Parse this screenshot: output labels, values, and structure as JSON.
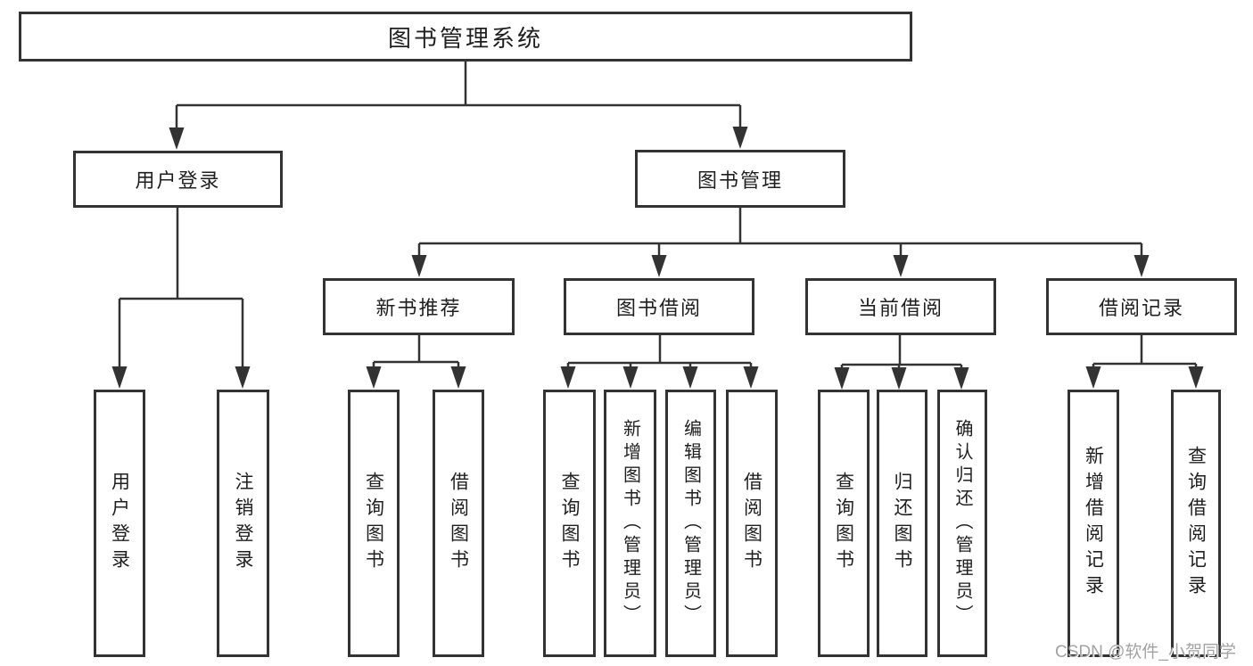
{
  "tree": {
    "label": "图书管理系统",
    "children": [
      {
        "label": "用户登录",
        "children": [
          {
            "label": "用户登录"
          },
          {
            "label": "注销登录"
          }
        ]
      },
      {
        "label": "图书管理",
        "children": [
          {
            "label": "新书推荐",
            "children": [
              {
                "label": "查询图书"
              },
              {
                "label": "借阅图书"
              }
            ]
          },
          {
            "label": "图书借阅",
            "children": [
              {
                "label": "查询图书"
              },
              {
                "label": "新增图书（管理员）"
              },
              {
                "label": "编辑图书（管理员）"
              },
              {
                "label": "借阅图书"
              }
            ]
          },
          {
            "label": "当前借阅",
            "children": [
              {
                "label": "查询图书"
              },
              {
                "label": "归还图书"
              },
              {
                "label": "确认归还（管理员）"
              }
            ]
          },
          {
            "label": "借阅记录",
            "children": [
              {
                "label": "新增借阅记录"
              },
              {
                "label": "查询借阅记录"
              }
            ]
          }
        ]
      }
    ]
  },
  "watermark": "CSDN @软件_小贺同学",
  "colors": {
    "line": "#333333",
    "box_border": "#333333",
    "text": "#1f1f1f",
    "background": "#ffffff",
    "watermark": "#a3a3a3"
  }
}
